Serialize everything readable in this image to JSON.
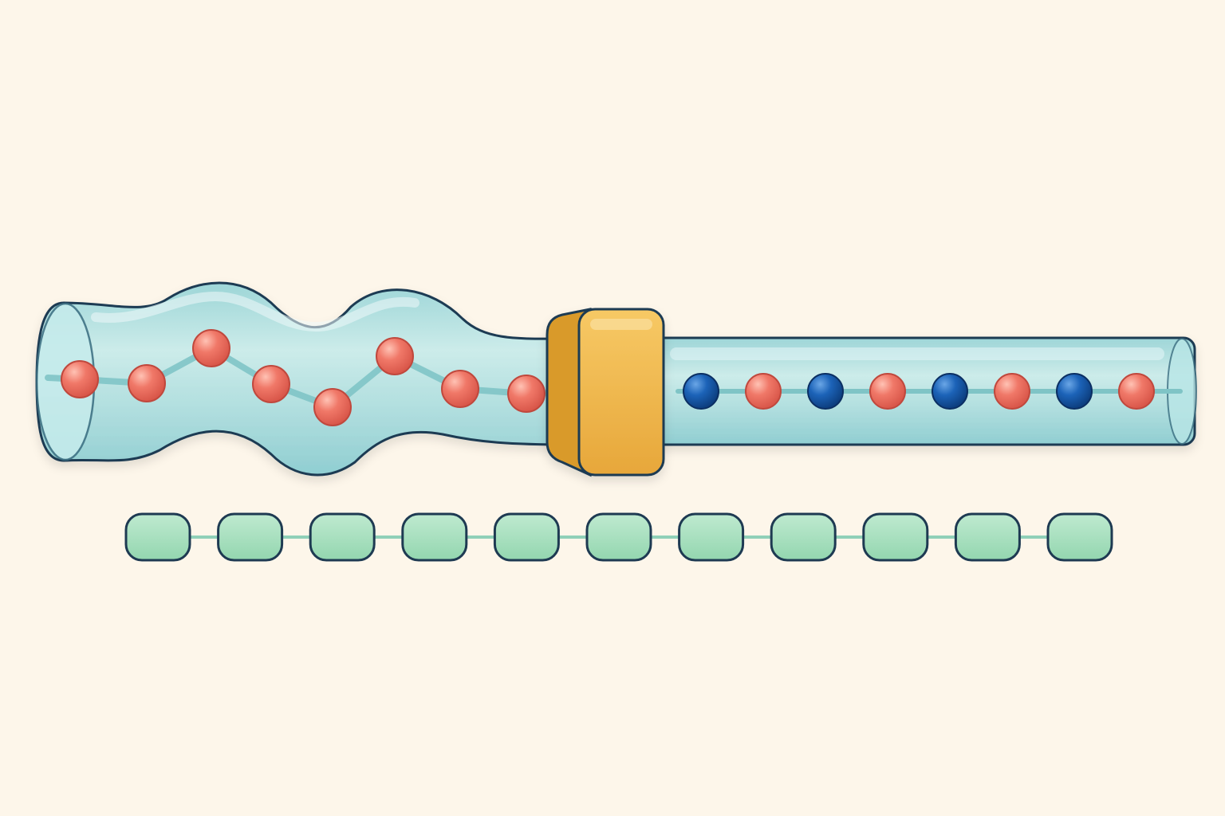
{
  "colors": {
    "background": "#fdf6ea",
    "tube_fill": "#9fd8dc",
    "tube_outline": "#1e3a52",
    "tube_highlight": "#d6f1f1",
    "backbone": "#7fc4c6",
    "clamp_body": "#f2b84b",
    "clamp_side": "#d99a2b",
    "bead_primary": "#f07868",
    "bead_secondary": "#1c63b8",
    "block_fill": "#a7e0bf",
    "block_link": "#8fd0b8"
  },
  "structure": {
    "wavy_section_beads": [
      "primary",
      "primary",
      "primary",
      "primary",
      "primary",
      "primary",
      "primary",
      "primary"
    ],
    "straight_section_beads": [
      "secondary",
      "primary",
      "secondary",
      "primary",
      "secondary",
      "primary",
      "secondary",
      "primary"
    ],
    "clamp_count": 1,
    "lower_chain_blocks": 11
  }
}
